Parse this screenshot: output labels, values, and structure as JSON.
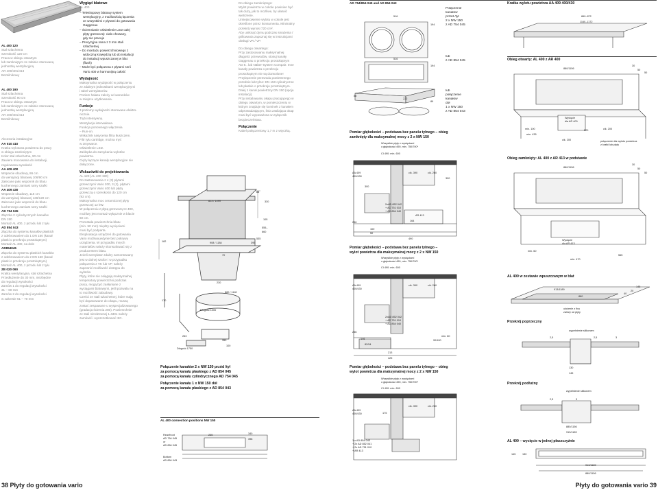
{
  "left_col": {
    "model1": [
      "AL 400 120",
      "Stal szlachetna",
      "Szerokość 120 cm",
      "Praca w obiegu otwartym",
      "lub zamkniętym ze zdalnie sterowaną",
      "jednostką wentylacyjną",
      "AR 400/401/413",
      "Bezsilnikowy"
    ],
    "model2": [
      "AL 400 190",
      "Stal szlachetna",
      "Szerokość 90 cm",
      "Praca w obiegu otwartym",
      "lub zamkniętym ze zdalnie sterowaną",
      "jednostką wentylacyjną",
      "AR 400/401/413",
      "Bezsilnikowy"
    ],
    "accessories_title": "Akcesoria instalacyjne",
    "accessories": [
      {
        "code": "AA 010 410",
        "lines": [
          "Kratka wylotowa powietrza do pracy",
          "w obiegu zamkniętym",
          "Kolor stal szlachetna, 90 cm",
          "Zawiera mocowania do instalacji,",
          "regulowana wysokość"
        ]
      },
      {
        "code": "AA 409 400",
        "lines": [
          "Wsparcie obudowy, 86 cm",
          "do wentylacji blatowej 106/90 cm",
          "Zalecane jako wspornik do blatu",
          "kuchennego zamiast ramy szafki"
        ]
      },
      {
        "code": "AA 409 430",
        "lines": [
          "Wsparcie obudowy, 116 cm",
          "do wentylacji blatowej 136/120 cm",
          "Zalecane jako wspornik do blatu",
          "kuchennego zamiast ramy szafki"
        ]
      },
      {
        "code": "AD 754 045",
        "lines": [
          "Złączka 2 cylindrycznych kanałów",
          "DN 150",
          "Montaż AL 400, z przodu lub z tyłu"
        ]
      },
      {
        "code": "AD 854 043",
        "lines": [
          "Złączka do systemu kanałów płaskich",
          "z odebrowaniem do 1 DN 150 (kanał",
          "płaski o przekroju prostokątnym)",
          "Montaż AL 400, na dole"
        ]
      },
      {
        "code": "AD854045",
        "lines": [
          "Złączka do systemu płaskich kanałów",
          "z odebrowaniem do 2 DN 150 (kanał",
          "płaski o przekroju prostokątnym)",
          "Montaż AL 400, z przodu lub z tyłu"
        ]
      },
      {
        "code": "ZB 020 090",
        "lines": [
          "Kratka wentylacyjna, stal szlachetna",
          "Przedłużenie do 30 mm, niezbędne",
          "do regulacji wysokości",
          "Zamów 1 do regulacji wysokości",
          "31 – 60 mm",
          "Zamów 2 do regulacji wysokości",
          "w zakresie 61 – 70 mm"
        ]
      }
    ]
  },
  "mid_col": {
    "title": "Wygiąd blatowe",
    "subtitle": "AL 400",
    "bullets": [
      [
        "Teleskopowy blatowy system",
        "wentylacyjny, z możliwością łączenia",
        "ze wszystkimi z płytami do gotowania",
        "Gaggenau"
      ],
      [
        "Ściemnianie oświetlenie LED całej",
        "płyty grzewczej: ciało chowany,",
        "gdy nie pracuje"
      ],
      [
        "Precyzyjna rama z 3 mm stali",
        "szlachetnej"
      ],
      [
        "Do montażu powierzchniowego z",
        "widoczną krawędzią lub do instalacji",
        "do instalacji wpuszczanej w blat",
        "(flush)"
      ],
      [
        "Może być połączona z płytami serii",
        "Vario 400 w harmonijną całość"
      ]
    ],
    "sections": [
      {
        "title": "Wydajność",
        "lines": [
          "Maksymalna wydajność w połączeniu",
          "ze zdalnym jednostkami wentylacyjnymi",
          "i tabel wentylatorów.",
          "Poziom hałasu zależy od warunków",
          "w miejscu użytkowania."
        ]
      },
      {
        "title": "Funkcje",
        "lines": [
          "3 poziomy wydajności sterowane elektro-",
          "nicznie.",
          "Tryb intensywny.",
          "Wentylacja interwałowa.",
          "Funkcja ponownego włączenia",
          "– Run-on.",
          "Wskaźnik nasycenia filtra tłuszczem.",
          "Filtr tyłu cartridge, można myć",
          "w zmywarce.",
          "Oświetlenie LED.",
          "Zaślepka do zamykania wylotów",
          "powietrza.",
          "Cięży łączące kanały wentylacyjne nie",
          "dołączone."
        ]
      },
      {
        "title": "Wskazówki do projektowania",
        "lines": [
          "AL 120 (AL 400 190)",
          "Do zastosowania z 4 (3) płytami",
          "grzewczymi Vario 200, 3 (2), płytami",
          "grzewczymi Vario 400 lub płytą",
          "grzewczą o szerokości do 120 cm",
          "(92 cm).",
          "Maksymalna moc ceramicznej płyty",
          "grzewczej 12 kW.",
          "W połączeniu z płytą grzewczą CI 490,",
          "możliwy jest montaż wyłącznie w blacie",
          "60 cm.",
          "Pozostała powierzchnia blatu",
          "(min. 50 mm) między wycięciami",
          "musi być podparta.",
          "Eksploatacja urządzeń do gotowania",
          "Vario możliwa jedynie bez pokrywy",
          "urządzenia. W przypadku innych",
          "materiałów należy skonsultować się z",
          "producentem blatu.",
          "Jeżeli wentylator zdalny zamontowany",
          "jest w dolnej szafce i w przypadku",
          "połączenia z VK lub VP, należy",
          "zapewnić możliwość dostępu do",
          "wylotów",
          "Płyty, które nie osiągają maksymalnej",
          "temperatury powierzchni podczas",
          "pracy, mogą być zasłaniane z",
          "wyciągami blatowymi, jeśli pozwala na",
          "to możliwość zabudowy.",
          "Cześci ze stali szlachetnej, które mają",
          "być dopasowane do okapu, muszą",
          "zostać zespawane u wyspecjalizowanego",
          "(gradacja ściernia 280). Powierzchnie",
          "ze stali nierdzewnej 1.4301 należy",
          "zamówić i wyszczotkować IIIC."
        ]
      }
    ]
  },
  "third_col": {
    "lines": [
      "Do obiegu zamkniętego:",
      "Wylot powietrza w cokole powinien być",
      "tak duży, jak to możliwe, by ułatwić",
      "wietrzenie.",
      "Umiejscowienie wylotu w cokole jest",
      "określone przez konsumenta. Minimalny",
      "przekrój wynosi 720 cm².",
      "Aby uniknąć dymu podczas smażenia /",
      "grillowania zapoznaj się w instrukcjami",
      "obsługi VR / VP.",
      "",
      "Do obiegu otwartego:",
      "Przy zastosowaniu maksymalnej",
      "długości przewodów, stosuj kanały",
      "Gaggenau o przekroju prostokątnym",
      "AD 8.. lub Näber-System Compair. Inne",
      "kanały powietrza o przekroju",
      "prostokątnym nie są dozwolone!",
      "Przyłączenie przewodu powietrznego",
      "przednie lub tylne: DN 150 cylindryczne",
      "lub płaskie o przekroju prostokątnym.",
      "Dalej 1 kanał powietrzny DN 150 (opcja",
      "instalacji).",
      "Przy instalowaniu okapu pracującego w",
      "obiegu otwartym, w pomieszczeniu w",
      "którym znajduje się kominek z kanałem",
      "odprowadzającym, linia zasilająca okap",
      "musi być wyposażona w wyłącznik",
      "bezpieczeństwa."
    ],
    "conn_title": "Połączenie",
    "conn_text": "Kabel połączeniowy 1,7 m z wtyczką."
  },
  "mid_diagram": {
    "labels": [
      "823 / 1099",
      "88",
      "330",
      "105",
      "555–",
      "660",
      "535",
      "395",
      "182",
      "70",
      "908 / 1184",
      "230",
      "880 / 1140",
      "Długość 1200",
      "170",
      "263",
      "350",
      "100",
      "Długość 1750"
    ],
    "caption1": [
      "Połączenie kanałów 2 x NW 150 przód /tył",
      "za pomocą kanału płaskiego z AD 854 045",
      "za pomocą kanału cylindrycznego AD 754 045"
    ],
    "caption2": [
      "Połączenie kanału 1 x NW 150 dół",
      "za pomocą kanału płaskiego z AD 854 043"
    ],
    "conn_title": "AL 400 connection positions NW 150",
    "conn_labels": [
      "Rear/front",
      "AD 754 045",
      "or",
      "AD 854 045",
      "235",
      "340",
      "398",
      "Bottom",
      "AD 854 043"
    ]
  },
  "duct_diagram": {
    "title": "AD 754/854 045 and AD 854 043",
    "labels": [
      "516",
      "194",
      "516",
      "194",
      "222",
      "89",
      "88"
    ],
    "legend1": [
      "Połączenie",
      "kanałów",
      "przód /tył",
      "2 x NW 150",
      "z AD 754 045"
    ],
    "legend2": [
      "lub",
      "z AD 854 045"
    ],
    "legend3": [
      "lub",
      "połączenie",
      "kanałów",
      "dół",
      "1 x NW 150",
      "z AD 854 043"
    ]
  },
  "depth1": {
    "title": [
      "Pomiar głębokości – podstawa bez panelu tylnego – obieg",
      "zamknięty dla maksymalnej mocy z 2 x NW 150"
    ],
    "labels": [
      "Wszystkie płyty z wycięciami",
      "o głębokości 490, min. 750/700*",
      "CI 490: min. 600",
      "AA 409",
      "400/430",
      "300",
      "cik. 390",
      "cik. 260",
      "390",
      "2xAD 852 042",
      "+ AD 751 010",
      "+ AD 854 040",
      "AR 413",
      "164",
      "256",
      "100",
      "50",
      "490"
    ]
  },
  "depth2": {
    "title": [
      "Pomiar głębokości – podstawa bez panelu tylnego –",
      "wylot powietrza dla maksymalnej mocy z 2 x NW 150"
    ],
    "labels": [
      "Wszystkie płyty z wycięciami",
      "o głębokości 490, min. 750/700*",
      "CI 490: min. 600",
      "AA 409",
      "400/430",
      "cik. 390",
      "cik. 260",
      "2xAD 852 042",
      "+ AD 751 010",
      "+ AD 854 040",
      "146",
      "82/94",
      "213",
      "425",
      "min. 80",
      "90/100",
      "256"
    ]
  },
  "depth3": {
    "title": [
      "Pomiar głębokości – podstawa bez panelu tylnego – obieg",
      "wylot powietrza dla maksymalnej mocy z 2 x NW 150"
    ],
    "labels": [
      "Wszystkie płyty z wycięciami",
      "o głębokości 490, min. 750/700*",
      "CI 490: min. 600",
      "AA 409",
      "400/430",
      "175",
      "cik. 390",
      "cik. 260",
      "1 x AD 854 043",
      "+ 2x AD 852 041",
      "+ 2x AD 751 010",
      "+ AR 413"
    ]
  },
  "right_col": {
    "grate_title": "Kratka wylotu powietrza AA 409 400/430",
    "grate_labels": [
      "860–872",
      "1160–1172"
    ],
    "open_title": "Obieg otwarty: AL 400 z AR 400",
    "open_labels": [
      "880/1156",
      "30",
      "50",
      "50",
      "min. 100",
      "min. 435",
      "520",
      "cik. 200",
      "cik. 200",
      "Wycięcie",
      "dla AR 400",
      "połączenie dla wylotu powietrza",
      "z kratki lub płyty"
    ],
    "closed_title": "Obieg zamknięty: AL 400 z AR 413 w podstawie",
    "closed_labels": [
      "880/1156",
      "30",
      "50",
      "50",
      "min. 60",
      "min. 470",
      "565",
      "Wycięcie",
      "dla AR 413"
    ],
    "flush_title": "AL 400 w zestawie wpuszczanym w blat",
    "flush_labels": [
      "913/1189",
      "880",
      "145",
      "20",
      "40",
      "ułożenie z fixu",
      "zależy od płyty"
    ],
    "section1_title": "Przekrój poprzeczny",
    "section1_labels": [
      "wypełnienie silikonem",
      "2,5",
      "2,5",
      "3",
      "130",
      "145"
    ],
    "section2_title": "Przekrój podłużny",
    "section2_labels": [
      "wypełnienie silikonem",
      "2,5",
      "3",
      "880/1156",
      "913/1189"
    ],
    "cutout_title": "AL 400 – wycięcie w jednej płaszczyźnie",
    "cutout_labels": [
      "145",
      "130",
      "913/1189",
      "880/1156"
    ]
  },
  "footer": {
    "left": "38 Płyty do gotowania vario",
    "right": "Płyty do gotowania vario 39"
  }
}
